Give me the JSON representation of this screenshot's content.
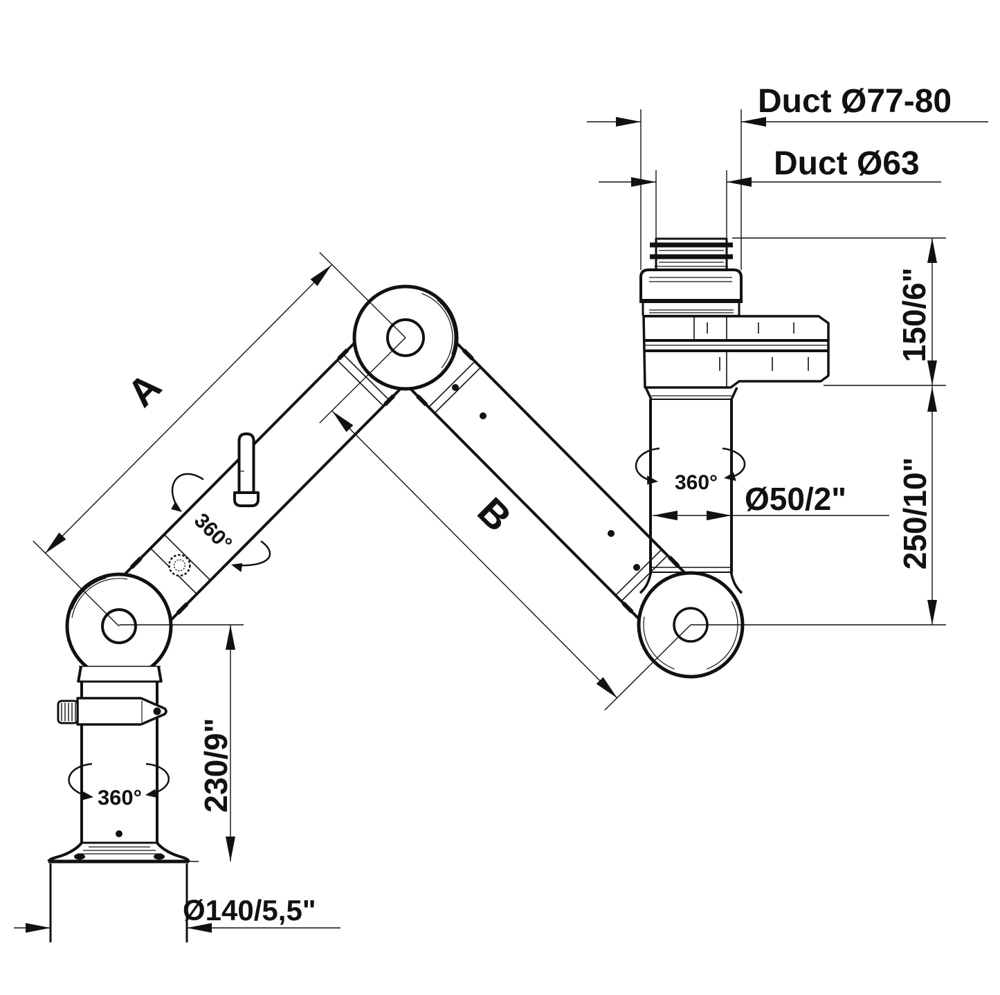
{
  "diagram": {
    "type": "technical-drawing",
    "subject": "Articulated fume extraction arm, two views with dimensions",
    "colors": {
      "line": "#111111",
      "background": "#ffffff"
    },
    "labels": {
      "duct_outer": "Duct Ø77-80",
      "duct_inner": "Duct Ø63",
      "height_upper": "150/6\"",
      "height_lower": "250/10\"",
      "tube_diameter": "Ø50/2\"",
      "column_height": "230/9\"",
      "base_diameter": "Ø140/5,5\"",
      "arm_upper": "A",
      "arm_lower": "B",
      "rotation_arm": "360°",
      "rotation_base": "360°",
      "rotation_duct": "360°"
    }
  }
}
